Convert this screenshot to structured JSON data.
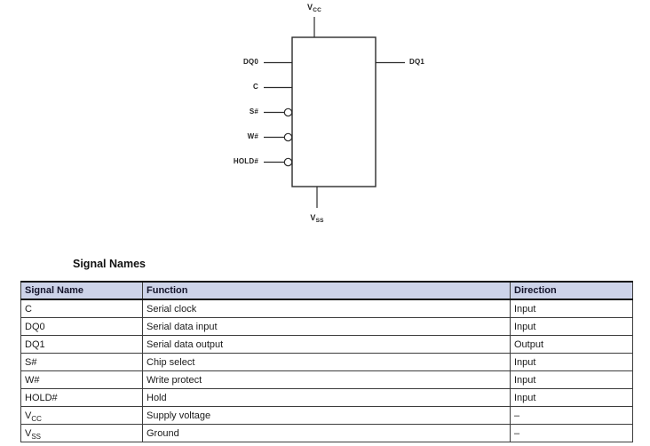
{
  "diagram": {
    "top_pin": {
      "base": "V",
      "sub": "CC"
    },
    "bottom_pin": {
      "base": "V",
      "sub": "SS"
    },
    "left_pins": [
      {
        "label": "DQ0",
        "bubble": false
      },
      {
        "label": "C",
        "bubble": false
      },
      {
        "label": "S#",
        "bubble": true
      },
      {
        "label": "W#",
        "bubble": true
      },
      {
        "label": "HOLD#",
        "bubble": true
      }
    ],
    "right_pin": {
      "label": "DQ1"
    }
  },
  "table": {
    "title": "Signal Names",
    "headers": [
      "Signal Name",
      "Function",
      "Direction"
    ],
    "rows": [
      {
        "name": "C",
        "name_sub": "",
        "function": "Serial clock",
        "direction": "Input"
      },
      {
        "name": "DQ0",
        "name_sub": "",
        "function": "Serial data input",
        "direction": "Input"
      },
      {
        "name": "DQ1",
        "name_sub": "",
        "function": "Serial data output",
        "direction": "Output"
      },
      {
        "name": "S#",
        "name_sub": "",
        "function": "Chip select",
        "direction": "Input"
      },
      {
        "name": "W#",
        "name_sub": "",
        "function": "Write protect",
        "direction": "Input"
      },
      {
        "name": "HOLD#",
        "name_sub": "",
        "function": "Hold",
        "direction": "Input"
      },
      {
        "name": "V",
        "name_sub": "CC",
        "function": "Supply voltage",
        "direction": "–"
      },
      {
        "name": "V",
        "name_sub": "SS",
        "function": "Ground",
        "direction": "–"
      }
    ]
  },
  "colors": {
    "header_bg": "#cdd3e9",
    "table_border": "#3c3c3c",
    "line": "#2b2b2b",
    "text": "#1a1a1a"
  }
}
